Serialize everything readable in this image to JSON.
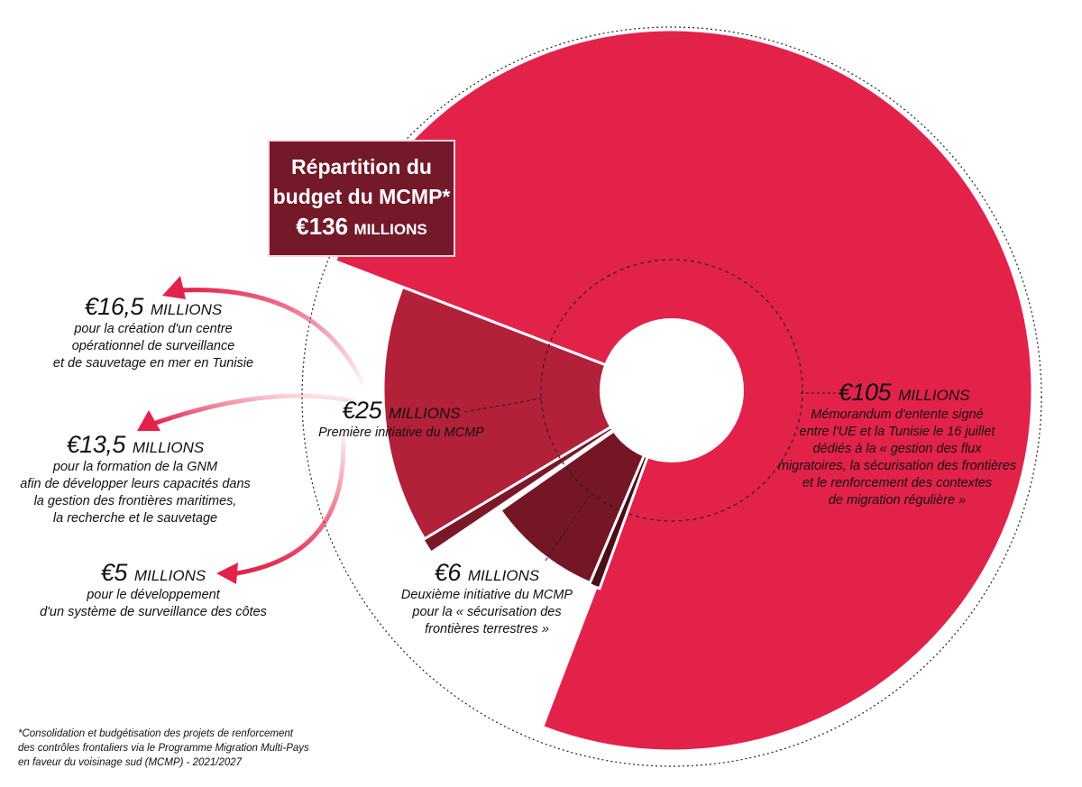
{
  "title": {
    "line1": "Répartition du",
    "line2": "budget du MCMP*",
    "total_amount": "€136",
    "total_unit": "MILLIONS"
  },
  "colors": {
    "memorandum": "#e3224a",
    "first_initiative": "#b2203a",
    "second_initiative": "#741626",
    "title_box": "#73192a",
    "arrows": "#e3224a"
  },
  "chart_data": {
    "type": "pie",
    "title": "Répartition du budget du MCMP* €136 MILLIONS",
    "unit": "€ millions",
    "total": 136,
    "slices": [
      {
        "id": "memorandum",
        "value": 105,
        "amount": "€105",
        "unit": "MILLIONS",
        "description": [
          "Mémorandum d'entente signé",
          "entre l'UE et la Tunisie le 16 juillet",
          "dédiés à la « gestion des flux",
          "migratoires, la sécurisation des frontières",
          "et le renforcement des contextes",
          "de migration régulière »"
        ]
      },
      {
        "id": "first_initiative",
        "value": 25,
        "amount": "€25",
        "unit": "MILLIONS",
        "description": [
          "Première initiative du MCMP"
        ]
      },
      {
        "id": "second_initiative",
        "value": 6,
        "amount": "€6",
        "unit": "MILLIONS",
        "description": [
          "Deuxième initiative du MCMP",
          "pour la « sécurisation des",
          "frontières terrestres »"
        ]
      }
    ],
    "breakdown_of_first_initiative": [
      {
        "value": 16.5,
        "amount": "€16,5",
        "unit": "MILLIONS",
        "description": [
          "pour la création d'un centre",
          "opérationnel de surveillance",
          "et de sauvetage en mer en Tunisie"
        ]
      },
      {
        "value": 13.5,
        "amount": "€13,5",
        "unit": "MILLIONS",
        "description": [
          "pour la formation de la GNM",
          "afin de développer leurs capacités dans",
          "la gestion des frontières maritimes,",
          "la recherche et le sauvetage"
        ]
      },
      {
        "value": 5,
        "amount": "€5",
        "unit": "MILLIONS",
        "description": [
          "pour le développement",
          "d'un système de surveillance des côtes"
        ]
      }
    ]
  },
  "footnote": [
    "*Consolidation et budgétisation des projets de renforcement",
    "des contrôles frontaliers via le Programme Migration Multi-Pays",
    "en faveur du voisinage sud  (MCMP) - 2021/2027"
  ]
}
